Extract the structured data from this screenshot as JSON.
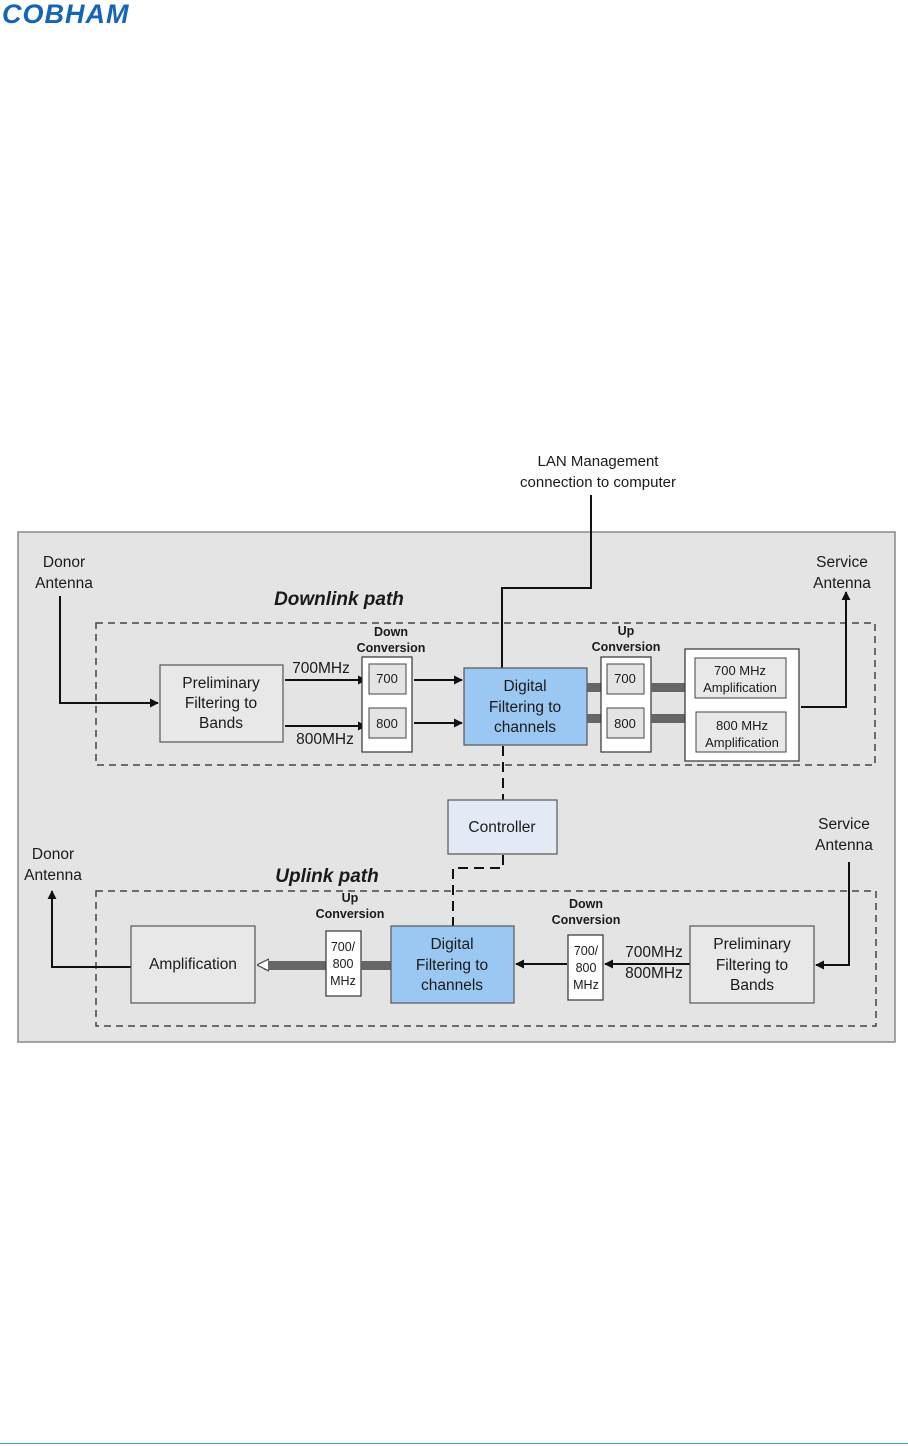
{
  "brand": {
    "logo_text": "COBHAM",
    "logo_color": "#1664b8",
    "footer_rule_color": "#3aa0d8"
  },
  "colors": {
    "panel": "#e4e4e4",
    "box": "#e8e8e8",
    "digital": "#9bc8f2",
    "controller": "#e3eaf6",
    "line": "#111111",
    "band": "#666666"
  },
  "diagram": {
    "lan_label_line1": "LAN Management",
    "lan_label_line2": "connection to computer",
    "downlink": {
      "title": "Downlink path",
      "donor_antenna": [
        "Donor",
        "Antenna"
      ],
      "service_antenna": [
        "Service",
        "Antenna"
      ],
      "prelim": [
        "Preliminary",
        "Filtering to",
        "Bands"
      ],
      "band_700": "700MHz",
      "band_800": "800MHz",
      "down_conversion": [
        "Down",
        "Conversion"
      ],
      "dc_700": "700",
      "dc_800": "800",
      "digital": [
        "Digital",
        "Filtering to",
        "channels"
      ],
      "up_conversion": [
        "Up",
        "Conversion"
      ],
      "uc_700": "700",
      "uc_800": "800",
      "amp_700": [
        "700 MHz",
        "Amplification"
      ],
      "amp_800": [
        "800 MHz",
        "Amplification"
      ]
    },
    "controller": "Controller",
    "uplink": {
      "title": "Uplink path",
      "donor_antenna": [
        "Donor",
        "Antenna"
      ],
      "service_antenna": [
        "Service",
        "Antenna"
      ],
      "amplification": "Amplification",
      "up_conversion": [
        "Up",
        "Conversion"
      ],
      "uc_label": [
        "700/",
        "800",
        "MHz"
      ],
      "digital": [
        "Digital",
        "Filtering to",
        "channels"
      ],
      "down_conversion": [
        "Down",
        "Conversion"
      ],
      "dc_label": [
        "700/",
        "800",
        "MHz"
      ],
      "band_700": "700MHz",
      "band_800": "800MHz",
      "prelim": [
        "Preliminary",
        "Filtering to",
        "Bands"
      ]
    }
  }
}
